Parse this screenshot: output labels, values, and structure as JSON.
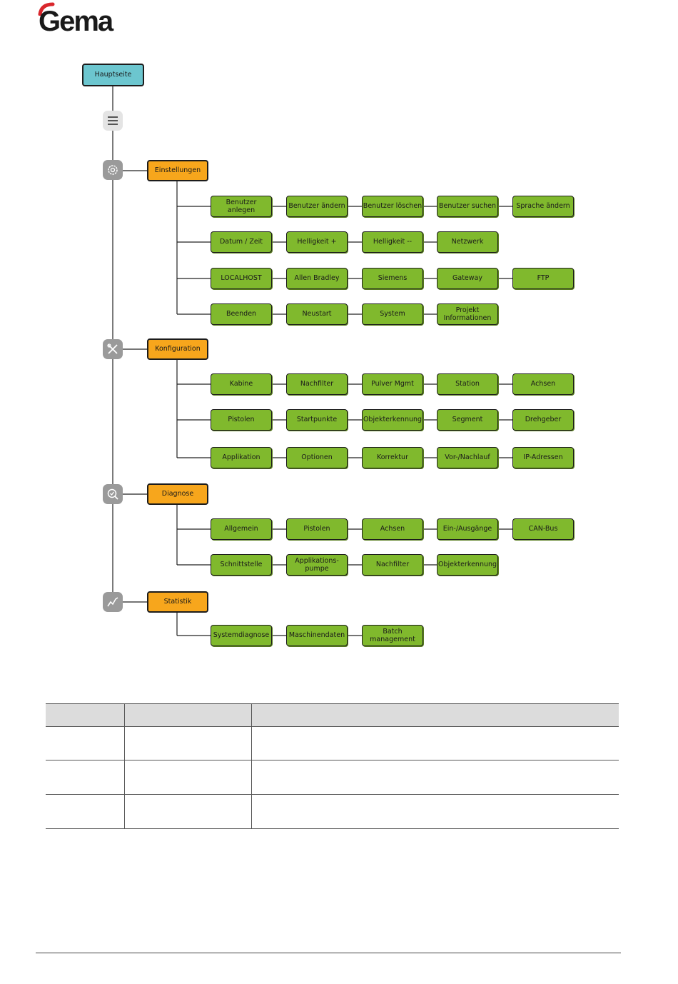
{
  "brand": {
    "name": "Gema",
    "accent": "#d9262c"
  },
  "colors": {
    "root": "#6cc6cf",
    "category": "#f7a61c",
    "leaf": "#80b92d",
    "icon": "#9a9a9a"
  },
  "root": {
    "label": "Hauptseite"
  },
  "menu_icon": "menu-icon",
  "categories": [
    {
      "label": "Einstellungen",
      "icon": "gear-icon",
      "rows": [
        [
          "Benutzer anlegen",
          "Benutzer ändern",
          "Benutzer löschen",
          "Benutzer suchen",
          "Sprache ändern"
        ],
        [
          "Datum / Zeit",
          "Helligkeit +",
          "Helligkeit --",
          "Netzwerk"
        ],
        [
          "LOCALHOST",
          "Allen Bradley",
          "Siemens",
          "Gateway",
          "FTP"
        ],
        [
          "Beenden",
          "Neustart",
          "System",
          "Projekt\nInformationen"
        ]
      ]
    },
    {
      "label": "Konfiguration",
      "icon": "tools-icon",
      "rows": [
        [
          "Kabine",
          "Nachfilter",
          "Pulver Mgmt",
          "Station",
          "Achsen"
        ],
        [
          "Pistolen",
          "Startpunkte",
          "Objekterkennung",
          "Segment",
          "Drehgeber"
        ],
        [
          "Applikation",
          "Optionen",
          "Korrektur",
          "Vor-/Nachlauf",
          "IP-Adressen"
        ]
      ]
    },
    {
      "label": "Diagnose",
      "icon": "diagnosis-icon",
      "rows": [
        [
          "Allgemein",
          "Pistolen",
          "Achsen",
          "Ein-/Ausgänge",
          "CAN-Bus"
        ],
        [
          "Schnittstelle",
          "Applikations-\npumpe",
          "Nachfilter",
          "Objekterkennung"
        ]
      ]
    },
    {
      "label": "Statistik",
      "icon": "chart-icon",
      "rows": [
        [
          "Systemdiagnose",
          "Maschinendaten",
          "Batch\nmanagement"
        ]
      ]
    }
  ]
}
